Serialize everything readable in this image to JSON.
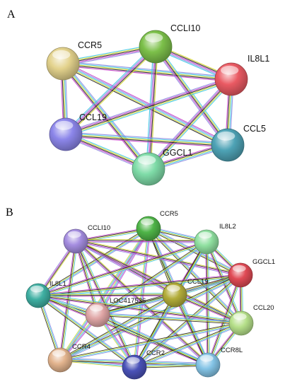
{
  "panels": [
    {
      "letter": "A",
      "nodes": [
        {
          "id": "CCR5",
          "color": "#e3d28c"
        },
        {
          "id": "CCLI10",
          "color": "#7cc04a"
        },
        {
          "id": "IL8L1",
          "color": "#ea5a63"
        },
        {
          "id": "CCL19",
          "color": "#8c86ea"
        },
        {
          "id": "CCL5",
          "color": "#4ea3b6"
        },
        {
          "id": "GGCL1",
          "color": "#7fdca8"
        }
      ],
      "edges": [
        [
          "CCR5",
          "CCLI10"
        ],
        [
          "CCR5",
          "IL8L1"
        ],
        [
          "CCR5",
          "CCL19"
        ],
        [
          "CCR5",
          "CCL5"
        ],
        [
          "CCR5",
          "GGCL1"
        ],
        [
          "CCLI10",
          "IL8L1"
        ],
        [
          "CCLI10",
          "CCL19"
        ],
        [
          "CCLI10",
          "CCL5"
        ],
        [
          "CCLI10",
          "GGCL1"
        ],
        [
          "IL8L1",
          "CCL19"
        ],
        [
          "IL8L1",
          "CCL5"
        ],
        [
          "IL8L1",
          "GGCL1"
        ],
        [
          "CCL19",
          "CCL5"
        ],
        [
          "CCL19",
          "GGCL1"
        ],
        [
          "CCL5",
          "GGCL1"
        ]
      ]
    },
    {
      "letter": "B",
      "nodes": [
        {
          "id": "CCR5",
          "color": "#4fb548"
        },
        {
          "id": "CCLI10",
          "color": "#a58de0"
        },
        {
          "id": "IL8L2",
          "color": "#8fe0a0"
        },
        {
          "id": "GGCL1",
          "color": "#e04a55"
        },
        {
          "id": "IL8L1",
          "color": "#3fb0a3"
        },
        {
          "id": "CCL19",
          "color": "#b3ad3a"
        },
        {
          "id": "LOC417536",
          "color": "#e0a6a6"
        },
        {
          "id": "CCL20",
          "color": "#b6e08a"
        },
        {
          "id": "CCR4",
          "color": "#e3b48e"
        },
        {
          "id": "CCR2",
          "color": "#4a52b8"
        },
        {
          "id": "CCR8L",
          "color": "#84c4e6"
        }
      ],
      "edges": [
        [
          "CCR5",
          "CCLI10"
        ],
        [
          "CCR5",
          "IL8L2"
        ],
        [
          "CCR5",
          "GGCL1"
        ],
        [
          "CCR5",
          "IL8L1"
        ],
        [
          "CCR5",
          "CCL19"
        ],
        [
          "CCR5",
          "LOC417536"
        ],
        [
          "CCR5",
          "CCL20"
        ],
        [
          "CCR5",
          "CCR4"
        ],
        [
          "CCR5",
          "CCR2"
        ],
        [
          "CCR5",
          "CCR8L"
        ],
        [
          "CCLI10",
          "IL8L2"
        ],
        [
          "CCLI10",
          "IL8L1"
        ],
        [
          "CCLI10",
          "CCL19"
        ],
        [
          "CCLI10",
          "LOC417536"
        ],
        [
          "CCLI10",
          "CCR4"
        ],
        [
          "CCLI10",
          "CCR2"
        ],
        [
          "CCLI10",
          "CCR8L"
        ],
        [
          "CCLI10",
          "GGCL1"
        ],
        [
          "CCLI10",
          "CCL20"
        ],
        [
          "IL8L2",
          "CCL19"
        ],
        [
          "IL8L2",
          "GGCL1"
        ],
        [
          "IL8L2",
          "CCL20"
        ],
        [
          "IL8L2",
          "LOC417536"
        ],
        [
          "IL8L2",
          "CCR2"
        ],
        [
          "IL8L2",
          "CCR8L"
        ],
        [
          "IL8L2",
          "IL8L1"
        ],
        [
          "GGCL1",
          "CCL19"
        ],
        [
          "GGCL1",
          "CCL20"
        ],
        [
          "GGCL1",
          "IL8L1"
        ],
        [
          "GGCL1",
          "LOC417536"
        ],
        [
          "GGCL1",
          "CCR2"
        ],
        [
          "GGCL1",
          "CCR8L"
        ],
        [
          "GGCL1",
          "CCR4"
        ],
        [
          "IL8L1",
          "LOC417536"
        ],
        [
          "IL8L1",
          "CCL19"
        ],
        [
          "IL8L1",
          "CCR4"
        ],
        [
          "IL8L1",
          "CCR2"
        ],
        [
          "IL8L1",
          "CCR8L"
        ],
        [
          "IL8L1",
          "CCL20"
        ],
        [
          "CCL19",
          "LOC417536"
        ],
        [
          "CCL19",
          "CCL20"
        ],
        [
          "CCL19",
          "CCR4"
        ],
        [
          "CCL19",
          "CCR2"
        ],
        [
          "CCL19",
          "CCR8L"
        ],
        [
          "LOC417536",
          "CCL20"
        ],
        [
          "LOC417536",
          "CCR4"
        ],
        [
          "LOC417536",
          "CCR2"
        ],
        [
          "LOC417536",
          "CCR8L"
        ],
        [
          "CCL20",
          "CCR8L"
        ],
        [
          "CCL20",
          "CCR2"
        ],
        [
          "CCL20",
          "CCR4"
        ],
        [
          "CCR4",
          "CCR2"
        ],
        [
          "CCR4",
          "CCR8L"
        ],
        [
          "CCR2",
          "CCR8L"
        ]
      ]
    }
  ]
}
